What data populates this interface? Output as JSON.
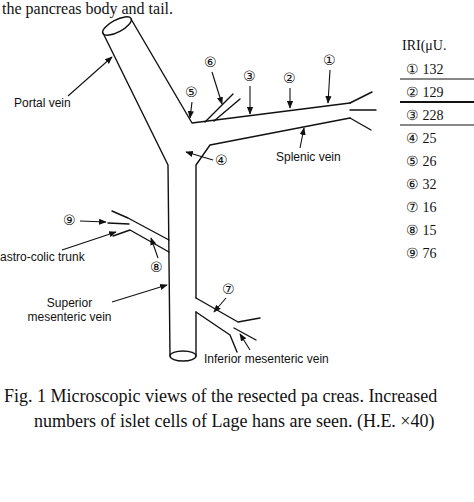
{
  "diagram": {
    "caption": "Fig. 1 Microscopic views of the resected pa creas. Increased numbers of islet cells of Lage hans are seen. (H.E. ×40)",
    "labels": [
      "the pancreas body and tail.",
      "⑥",
      "③",
      "②",
      "①",
      "⑤",
      "④",
      "Portal vein",
      "Splenic vein",
      "⑨",
      "astro-colic trunk",
      "⑧",
      "Superior mesenteric vein",
      "⑦",
      "Inferior mesenteric vein",
      "IRI(μU.",
      "① 132",
      "② 129",
      "③ 228",
      "④ 25",
      "⑤ 26",
      "⑥ 32",
      "⑦ 16",
      "⑧ 15",
      "⑨ 76"
    ]
  }
}
